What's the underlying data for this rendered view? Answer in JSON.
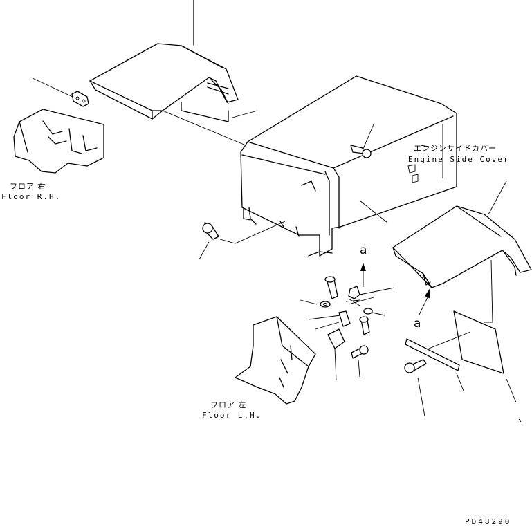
{
  "labels": {
    "engine_side_cover_jp": "エンジンサイドカバー",
    "engine_side_cover_en": "Engine Side Cover",
    "floor_rh_jp": "フロア 右",
    "floor_rh_en": "Floor R.H.",
    "floor_lh_jp": "フロア 左",
    "floor_lh_en": "Floor L.H.",
    "callout_a_upper": "a",
    "callout_a_lower": "a",
    "drawing_number": "PD48290"
  }
}
